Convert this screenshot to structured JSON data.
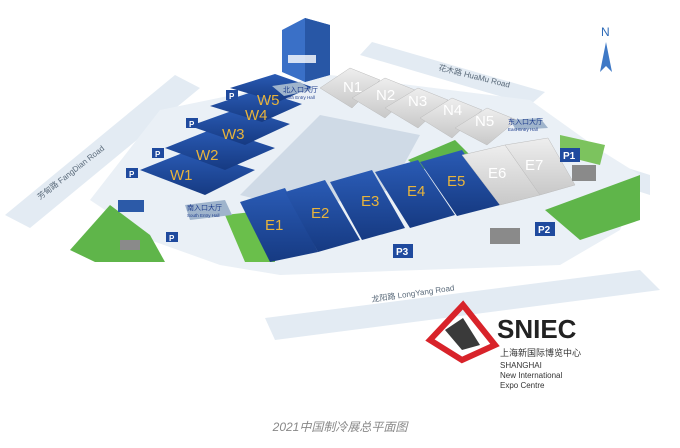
{
  "compass": "N",
  "roads": {
    "huamu": "花木路 HuaMu Road",
    "fangdian": "芳甸路 FangDian Road",
    "longyang": "龙阳路 LongYang Road"
  },
  "entrances": {
    "north": "北入口大厅",
    "north_en": "North Entry Hall",
    "east": "东入口大厅",
    "east_en": "East Entry Hall",
    "south": "南入口大厅",
    "south_en": "South Entry Hall"
  },
  "halls_w": [
    "W1",
    "W2",
    "W3",
    "W4",
    "W5"
  ],
  "halls_n": [
    "N1",
    "N2",
    "N3",
    "N4",
    "N5"
  ],
  "halls_e": [
    "E1",
    "E2",
    "E3",
    "E4",
    "E5",
    "E6",
    "E7"
  ],
  "parking": {
    "p1": "P1",
    "p2": "P2",
    "p3": "P3",
    "p": "P"
  },
  "logo": {
    "name": "SNIEC",
    "cn": "上海新国际博览中心",
    "en1": "SHANGHAI",
    "en2": "New International",
    "en3": "Expo Centre"
  },
  "caption": "2021中国制冷展总平面图",
  "colors": {
    "hall_blue": "#1f4a9e",
    "hall_grey": "#d8d8d8",
    "label_gold": "#e8b43c",
    "green": "#5fb54a",
    "road": "#dde7f0",
    "accent_red": "#d8232a"
  }
}
